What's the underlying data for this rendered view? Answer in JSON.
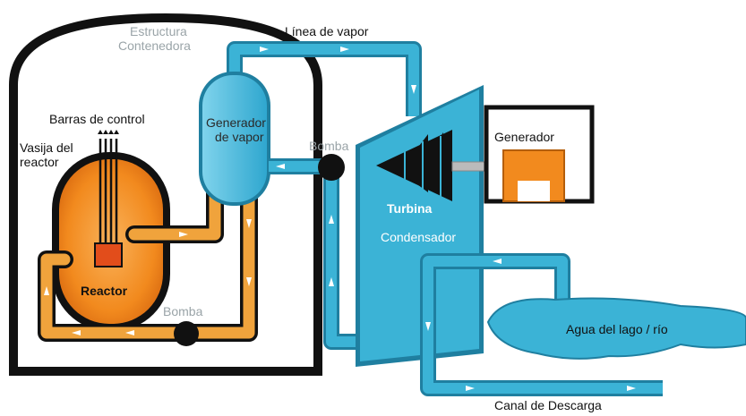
{
  "labels": {
    "structure": [
      "Estructura",
      "Contenedora"
    ],
    "steam_line": "Línea de vapor",
    "steam_generator": [
      "Generador",
      "de vapor"
    ],
    "pump_top": "Bomba",
    "control_rods": "Barras de control",
    "reactor_vessel": [
      "Vasija del",
      "reactor"
    ],
    "generator": "Generador",
    "turbine": "Turbina",
    "condenser": "Condensador",
    "reactor": "Reactor",
    "pump_bottom": "Bomba",
    "lake_water": "Agua del lago / río",
    "discharge_channel": "Canal de Descarga"
  },
  "colors": {
    "pipe_blue": "#3bb3d6",
    "pipe_blue_dark": "#1f7fa0",
    "reactor_orange": "#f28a1e",
    "reactor_core": "#e24d1b",
    "pipe_orange": "#f0a33c",
    "outline": "#111111"
  }
}
